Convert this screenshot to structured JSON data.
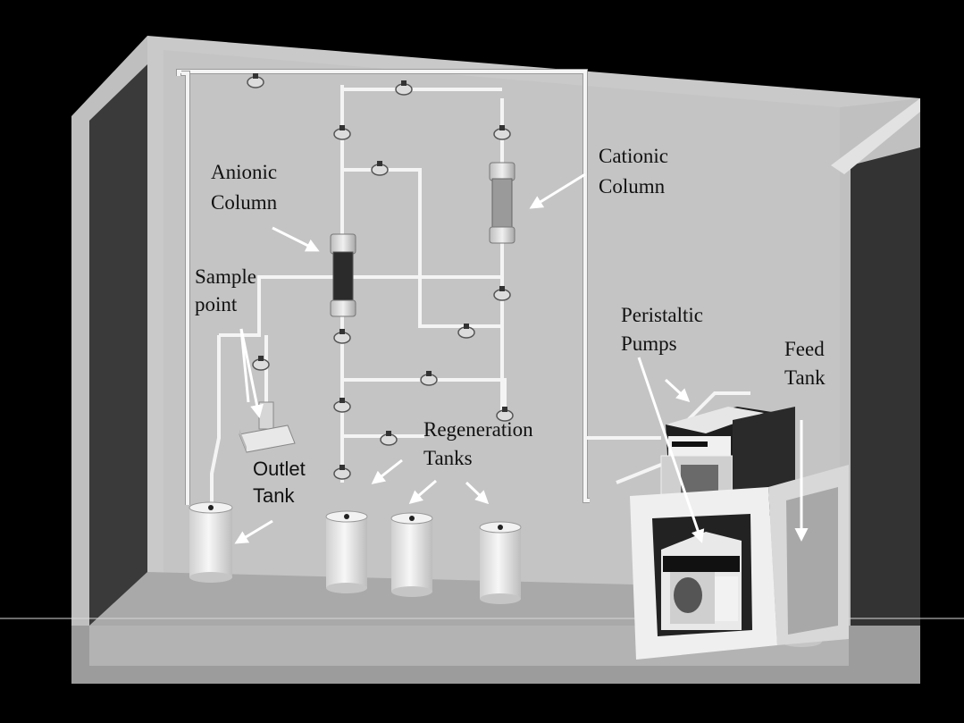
{
  "labels": {
    "anionic_column": [
      "Anionic",
      "Column"
    ],
    "cationic_column": [
      "Cationic",
      "Column"
    ],
    "sample_point": [
      "Sample",
      "point"
    ],
    "peristaltic_pumps": [
      "Peristaltic",
      "Pumps"
    ],
    "feed_tank": [
      "Feed",
      "Tank"
    ],
    "regeneration_tanks": [
      "Regeneration",
      "Tanks"
    ],
    "outlet_tank": [
      "Outlet",
      "Tank"
    ]
  },
  "colors": {
    "background": "#000000",
    "wall": "#c9c9c9",
    "side_wall": "#3a3a3a",
    "floor": "#a9a9a9",
    "pipe": "#f4f4f4",
    "tank": "#e6e6e6",
    "resin_dark": "#2b2b2b",
    "resin_light": "#9a9a9a"
  }
}
